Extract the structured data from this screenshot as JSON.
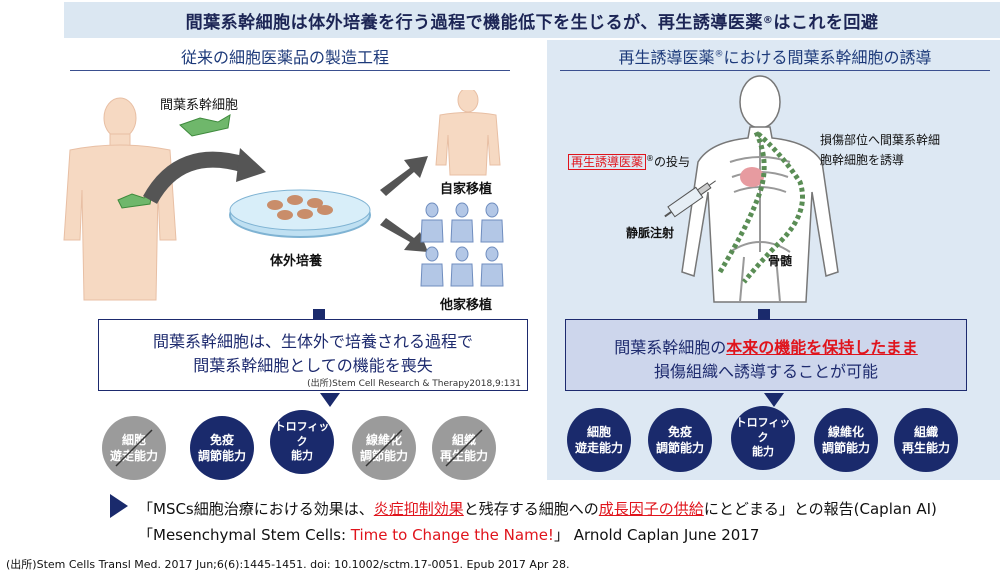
{
  "banner": {
    "title_pre": "間葉系幹細胞は体外培養を行う過程で機能低下を生じるが、再生誘導医薬",
    "title_sup": "®",
    "title_post": "はこれを回避"
  },
  "left": {
    "title": "従来の細胞医薬品の製造工程",
    "cell_label": "間葉系幹細胞",
    "culture_label": "体外培養",
    "auto_label": "自家移植",
    "allo_label": "他家移植",
    "box_line1": "間葉系幹細胞は、生体外で培養される過程で",
    "box_line2": "間葉系幹細胞としての機能を喪失",
    "box_source": "(出所)Stem Cell Research & Therapy2018,9:131",
    "circles": [
      "細胞\n遊走能力",
      "免疫\n調節能力",
      "トロフィック\n能力",
      "線維化\n調節能力",
      "組織\n再生能力"
    ]
  },
  "right": {
    "title_pre": "再生誘導医薬",
    "title_sup": "®",
    "title_post": "における間葉系幹細胞の誘導",
    "admin_red": "再生誘導医薬",
    "admin_sup": "®",
    "admin_post": "の投与",
    "induce_line1": "損傷部位へ間葉系幹細",
    "induce_line2": "胞幹細胞を誘導",
    "iv_label": "静脈注射",
    "marrow_label": "骨髄",
    "box_line1_pre": "間葉系幹細胞の",
    "box_line1_red": "本来の機能を保持したまま",
    "box_line2": "損傷組織へ誘導することが可能",
    "circles": [
      "細胞\n遊走能力",
      "免疫\n調節能力",
      "トロフィック\n能力",
      "線維化\n調節能力",
      "組織\n再生能力"
    ]
  },
  "quote": {
    "l1_a": "「MSCs細胞治療における効果は、",
    "l1_b": "炎症抑制効果",
    "l1_c": "と残存する細胞への",
    "l1_d": "成長因子の供給",
    "l1_e": "にとどまる」との報告(Caplan AI)",
    "l2_a": "「Mesenchymal Stem Cells: ",
    "l2_b": "Time to Change the Name!",
    "l2_c": "」 Arnold Caplan  June  2017"
  },
  "footer": "(出所)Stem Cells Transl Med. 2017 Jun;6(6):1445-1451. doi: 10.1002/sctm.17-0051. Epub 2017 Apr 28.",
  "colors": {
    "navy": "#1a2a6c",
    "gray": "#9b9b9b",
    "red": "#e0141c",
    "banner": "#dbe7f2",
    "panel": "#dde8f3"
  }
}
